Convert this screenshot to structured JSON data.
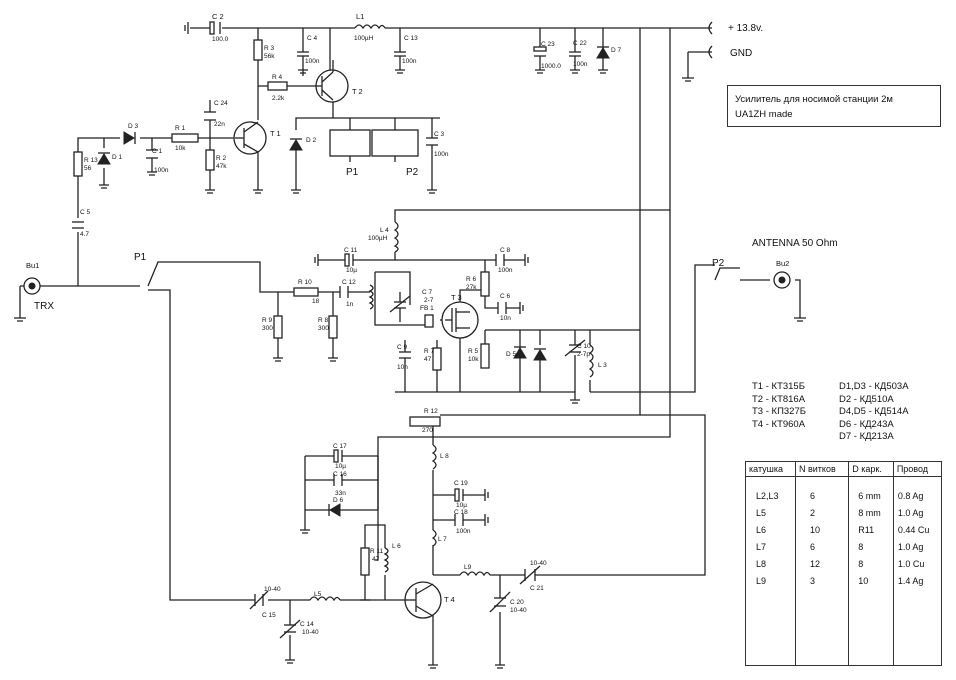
{
  "header": {
    "title": "Усилитель для носимой станции 2м",
    "author": "UA1ZH made"
  },
  "terminals": {
    "supply": "+ 13.8v.",
    "gnd": "GND",
    "antenna": "ANTENNA 50 Ohm",
    "trx": "TRX",
    "bu1": "Bu1",
    "bu2": "Bu2"
  },
  "relays": {
    "p1": "P1",
    "p2": "P2",
    "p1_coil": "P1",
    "p2_coil": "P2"
  },
  "components": {
    "c1": "C 1",
    "c1_val": "100n",
    "c2": "C 2",
    "c2_val": "100.0",
    "c3": "C 3",
    "c3_val": "100n",
    "c4": "C 4",
    "c4_val": "100n",
    "c5": "C 5",
    "c5_val": "4.7",
    "c6": "C 6",
    "c6_val": "10n",
    "c7": "C 7",
    "c7_val": "2-7",
    "c8": "C 8",
    "c8_val": "100n",
    "c9": "C 9",
    "c9_val": "10n",
    "c10": "C 10",
    "c10_val": "2-7p",
    "c11": "C 11",
    "c11_val": "10µ",
    "c12": "C 12",
    "c12_val": "1n",
    "c13": "C 13",
    "c13_val": "100n",
    "c14": "C 14",
    "c14_val": "10-40",
    "c15": "C 15",
    "c15_val": "10-40",
    "c16": "C 16",
    "c16_val": "33n",
    "c17": "C 17",
    "c17_val": "10µ",
    "c18": "C 18",
    "c18_val": "100n",
    "c19": "C 19",
    "c19_val": "10µ",
    "c20": "C 20",
    "c20_val": "10-40",
    "c21": "C 21",
    "c21_val": "10-40",
    "c22": "C 22",
    "c22_val": "100n",
    "c23": "C 23",
    "c23_val": "1000.0",
    "c24": "C 24",
    "c24_val": "22n",
    "r1": "R 1",
    "r1_val": "10k",
    "r2": "R 2",
    "r2_val": "47k",
    "r3": "R 3",
    "r3_val": "56k",
    "r4": "R 4",
    "r4_val": "2.2k",
    "r6": "R 6",
    "r6_val": "27k",
    "r7": "R 7",
    "r7_val": "47",
    "r8": "R 8",
    "r8_val": "300",
    "r9": "R 9",
    "r9_val": "300",
    "r10": "R 10",
    "r10_val": "18",
    "r11": "R 11",
    "r11_val": "47",
    "r12": "R 12",
    "r12_val": "270",
    "r13": "R 13",
    "r13_val": "56",
    "r5": "R 5",
    "r5_val": "10k",
    "l1": "L1",
    "l1_val": "100µH",
    "l3": "L 3",
    "l4": "L 4",
    "l4_val": "100µH",
    "l5": "L5",
    "l6": "L 6",
    "l7": "L 7",
    "l8": "L 8",
    "l9": "L9",
    "fb1": "FB 1",
    "d1": "D 1",
    "d2": "D 2",
    "d3": "D 3",
    "d5": "D 5",
    "d6": "D 6",
    "d7": "D 7",
    "t1": "T 1",
    "t2": "T 2",
    "t3": "T 3",
    "t4": "T 4"
  },
  "parts_list": {
    "transistors": [
      "T1 - КТ315Б",
      "T2 - КТ816А",
      "T3 - КП327Б",
      "T4 - КТ960А"
    ],
    "diodes": [
      "D1,D3 - КД503А",
      "D2 - КД510А",
      "D4,D5 - КД514А",
      "D6 - КД243А",
      "D7 - КД213А"
    ]
  },
  "coil_table": {
    "headers": [
      "катушка",
      "N витков",
      "D карк.",
      "Провод"
    ],
    "rows": [
      [
        "L2,L3",
        "6",
        "6 mm",
        "0.8 Ag"
      ],
      [
        "L5",
        "2",
        "8 mm",
        "1.0 Ag"
      ],
      [
        "L6",
        "10",
        "R11",
        "0.44 Cu"
      ],
      [
        "L7",
        "6",
        "8",
        "1.0 Ag"
      ],
      [
        "L8",
        "12",
        "8",
        "1.0 Cu"
      ],
      [
        "L9",
        "3",
        "10",
        "1.4 Ag"
      ]
    ]
  }
}
